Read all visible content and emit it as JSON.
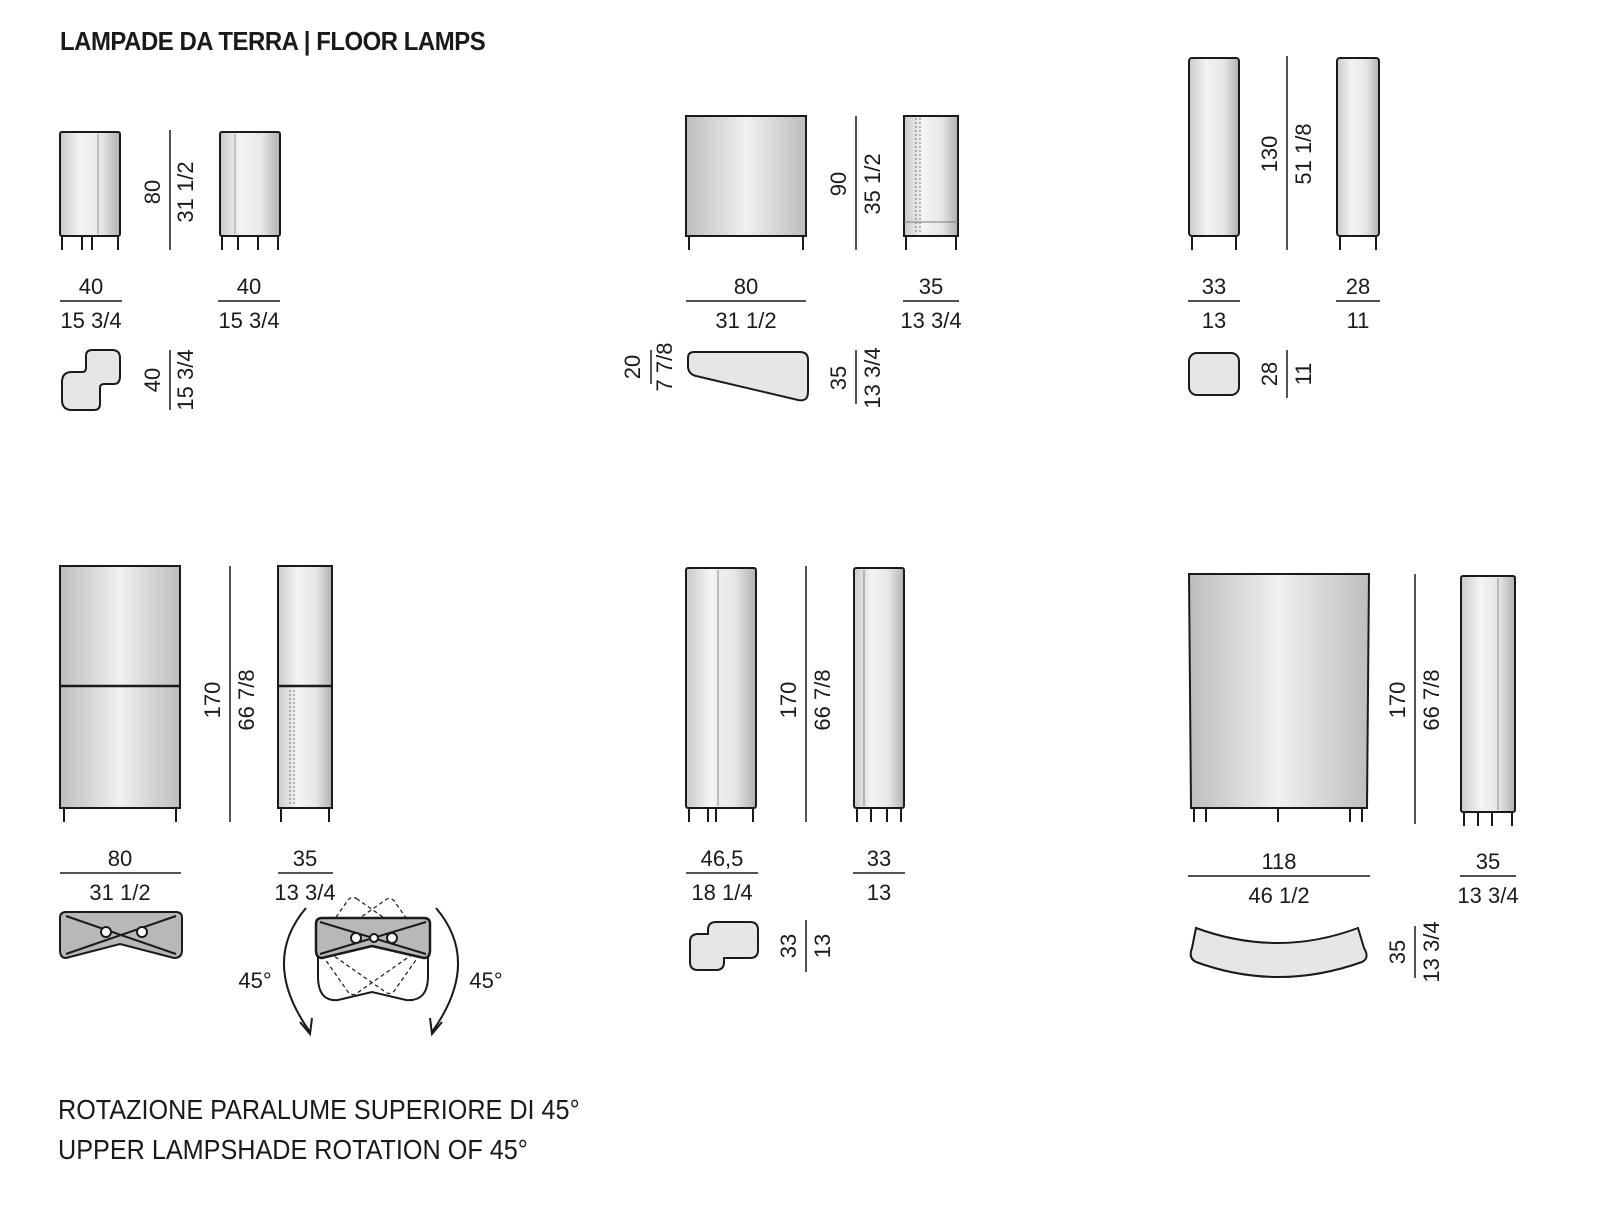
{
  "title": "LAMPADE DA TERRA | FLOOR LAMPS",
  "colors": {
    "line": "#1a1a1a",
    "shade_light": "#f2f2f2",
    "shade_dark": "#b5b5b5",
    "top_fill": "#e2e2e2"
  },
  "lamps": [
    {
      "front_width": [
        "40",
        "15 3/4"
      ],
      "side_width": [
        "40",
        "15 3/4"
      ],
      "height": [
        "80",
        "31 1/2"
      ],
      "plan_depth": [
        "40",
        "15 3/4"
      ]
    },
    {
      "front_width": [
        "80",
        "31 1/2"
      ],
      "side_width": [
        "35",
        "13 3/4"
      ],
      "height": [
        "90",
        "35 1/2"
      ],
      "plan_left": [
        "20",
        "7 7/8"
      ],
      "plan_depth": [
        "35",
        "13 3/4"
      ]
    },
    {
      "front_width": [
        "33",
        "13"
      ],
      "side_width": [
        "28",
        "11"
      ],
      "height": [
        "130",
        "51 1/8"
      ],
      "plan_depth": [
        "28",
        "11"
      ]
    },
    {
      "front_width": [
        "80",
        "31 1/2"
      ],
      "side_width": [
        "35",
        "13 3/4"
      ],
      "height": [
        "170",
        "66 7/8"
      ],
      "rotation_left": "45°",
      "rotation_right": "45°"
    },
    {
      "front_width": [
        "46,5",
        "18 1/4"
      ],
      "side_width": [
        "33",
        "13"
      ],
      "height": [
        "170",
        "66 7/8"
      ],
      "plan_depth": [
        "33",
        "13"
      ]
    },
    {
      "front_width": [
        "118",
        "46 1/2"
      ],
      "side_width": [
        "35",
        "13 3/4"
      ],
      "height": [
        "170",
        "66 7/8"
      ],
      "plan_depth": [
        "35",
        "13 3/4"
      ]
    }
  ],
  "caption": {
    "line1": "ROTAZIONE PARALUME SUPERIORE DI 45°",
    "line2": "UPPER LAMPSHADE ROTATION OF 45°"
  }
}
